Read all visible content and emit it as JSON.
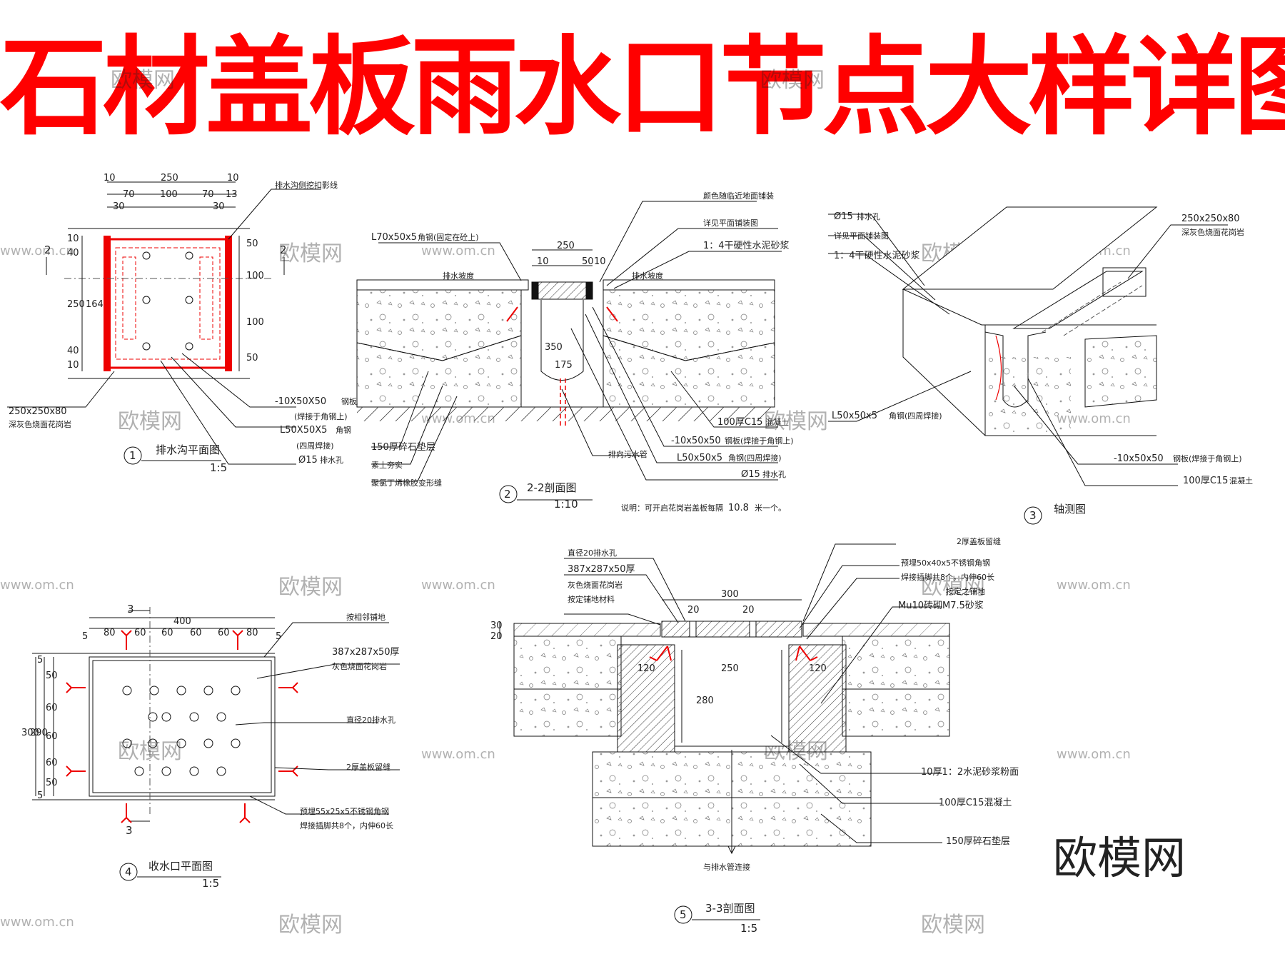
{
  "title": "石材盖板雨水口节点大样详图",
  "watermark": {
    "brand": "欧模网",
    "url": "www.om.cn",
    "corner": "欧模网"
  },
  "detail1": {
    "no": "1",
    "name": "排水沟平面图",
    "scale": "1:5",
    "section_mark": "2",
    "dims_top": [
      "10",
      "250",
      "10",
      "70",
      "100",
      "70",
      "30",
      "30",
      "13"
    ],
    "dims_left": [
      "10",
      "40",
      "250",
      "164",
      "40",
      "10"
    ],
    "dims_right": [
      "50",
      "100",
      "100",
      "50"
    ],
    "labels": {
      "profile": "排水沟侧挖扣影线",
      "slab": "250x250x80",
      "slab_note": "深灰色烧面花岗岩",
      "plate": "-10X50X50",
      "plate_tag": "钢板",
      "plate_note": "(焊接于角钢上)",
      "angle": "L50X50X5",
      "angle_tag": "角钢",
      "angle_note": "(四周焊接)",
      "hole": "Ø15",
      "hole_tag": "排水孔"
    }
  },
  "detail2": {
    "no": "2",
    "name": "2-2剖面图",
    "scale": "1:10",
    "dims": [
      "250",
      "10",
      "50",
      "10",
      "350",
      "175"
    ],
    "labels": {
      "angle_top": "L70x50x5",
      "angle_top_note": "角钢(固定在砼上)",
      "slope1": "排水坡度",
      "slope2": "排水坡度",
      "color": "颜色随临近地面铺装",
      "see": "详见平面铺装图",
      "mortar": "1：4干硬性水泥砂浆",
      "c15": "100厚C15",
      "c15_tag": "混凝土",
      "plate": "-10x50x50",
      "plate_tag": "钢板(焊接于角钢上)",
      "angle": "L50x50x5",
      "angle_tag": "角钢(四周焊接)",
      "hole": "Ø15",
      "hole_tag": "排水孔",
      "gravel": "150厚碎石垫层",
      "soil": "素土夯实",
      "membrane": "聚氯丁烯橡胶变形缝",
      "pipe": "排向污水管",
      "note_prefix": "说明：可开启花岗岩盖板每隔",
      "note_value": "10.8",
      "note_suffix": "米一个。"
    }
  },
  "detail3": {
    "no": "3",
    "name": "轴测图",
    "labels": {
      "hole": "Ø15",
      "hole_tag": "排水孔",
      "see": "详见平面铺装图",
      "mortar": "1：4干硬性水泥砂浆",
      "slab": "250x250x80",
      "slab_note": "深灰色烧面花岗岩",
      "angle": "L50x50x5",
      "angle_tag": "角钢(四周焊接)",
      "plate": "-10x50x50",
      "plate_tag": "钢板(焊接于角钢上)",
      "c15": "100厚C15",
      "c15_tag": "混凝土"
    }
  },
  "detail4": {
    "no": "4",
    "name": "收水口平面图",
    "scale": "1:5",
    "section_mark": "3",
    "dims_top": [
      "400",
      "5",
      "80",
      "60",
      "60",
      "60",
      "60",
      "80",
      "5"
    ],
    "dims_left": [
      "5",
      "50",
      "60",
      "60",
      "60",
      "50",
      "5",
      "300",
      "290"
    ],
    "labels": {
      "paving": "按相邻铺地",
      "slab": "387x287x50厚",
      "slab_note": "灰色烧面花岗岩",
      "hole": "直径20排水孔",
      "seam": "2厚盖板留缝",
      "steel": "预埋55x25x5不锈钢角钢",
      "steel_note": "焊接插脚共8个，内伸60长"
    }
  },
  "detail5": {
    "no": "5",
    "name": "3-3剖面图",
    "scale": "1:5",
    "dims": [
      "300",
      "20",
      "20",
      "20",
      "30",
      "120",
      "250",
      "120",
      "280"
    ],
    "labels": {
      "hole": "直径20排水孔",
      "slab": "387x287x50厚",
      "slab_note1": "灰色烧面花岗岩",
      "slab_note2": "按定铺地材料",
      "seam": "2厚盖板留缝",
      "steel": "预埋50x40x5不锈钢角钢",
      "steel_note1": "焊接插脚共8个，内伸60长",
      "steel_note2": "按定之铺地",
      "brick": "Mu10砖砌M7.5砂浆",
      "mortar": "10厚1：2水泥砂浆粉面",
      "c15": "100厚C15混凝土",
      "gravel": "150厚碎石垫层",
      "pipe": "与排水管连接"
    }
  }
}
